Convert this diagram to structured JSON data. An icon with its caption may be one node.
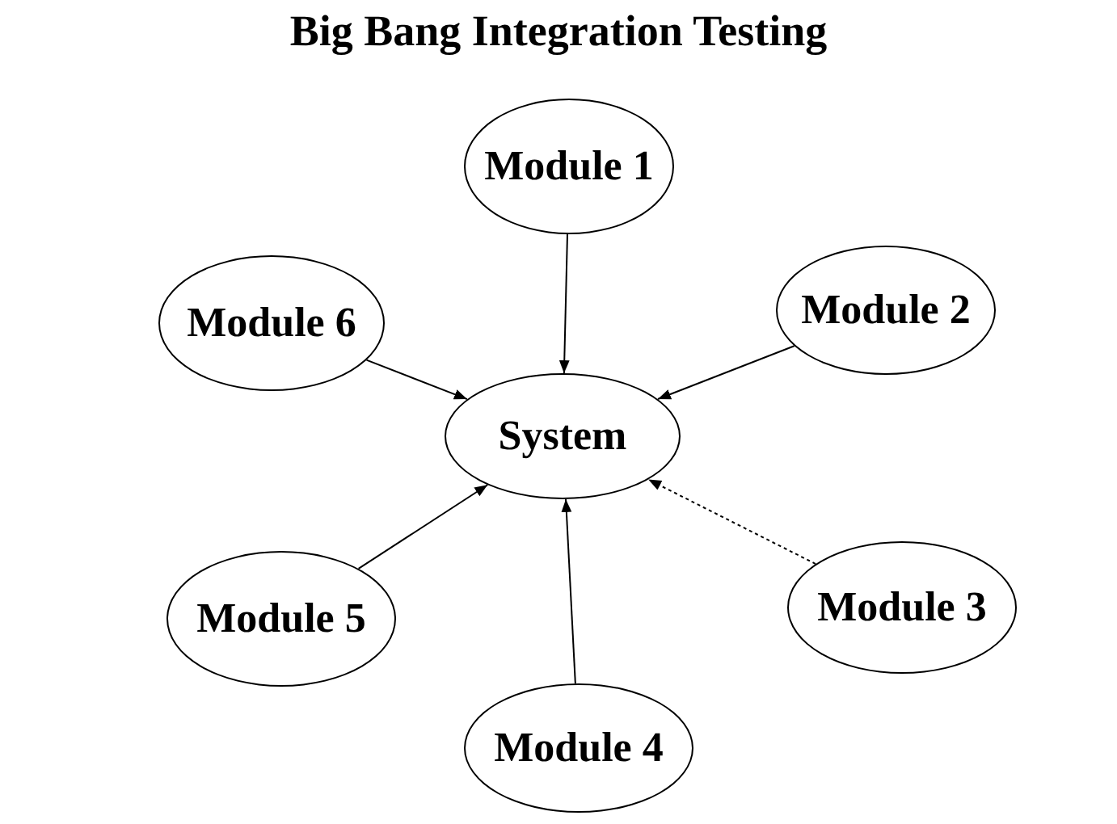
{
  "diagram": {
    "title": "Big Bang Integration Testing",
    "nodes": [
      {
        "text": [
          "Module 1"
        ]
      },
      {
        "text": [
          "Module 6"
        ]
      },
      {
        "text": [
          "Module 2"
        ]
      },
      {
        "text": [
          "System"
        ]
      },
      {
        "text": [
          "Module 3"
        ]
      },
      {
        "text": [
          "Module 5"
        ]
      },
      {
        "text": [
          "Module 4"
        ]
      }
    ],
    "edges": [
      {
        "from": 0,
        "to": 3,
        "arrow": "to"
      },
      {
        "from": 1,
        "to": 3,
        "arrow": "to"
      },
      {
        "from": 2,
        "to": 3,
        "arrow": "to"
      },
      {
        "from": 4,
        "to": 3,
        "arrow": "to",
        "style": "dashed"
      },
      {
        "from": 5,
        "to": 3,
        "arrow": "to"
      },
      {
        "from": 6,
        "to": 3,
        "arrow": "to"
      }
    ]
  }
}
